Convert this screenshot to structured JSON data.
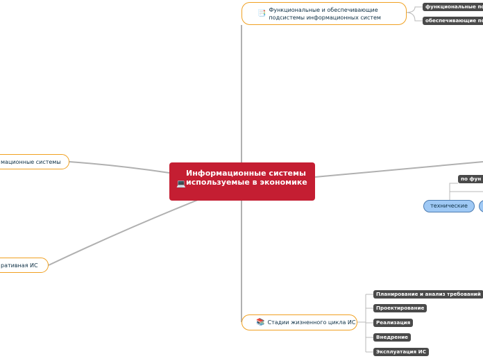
{
  "central": {
    "title": "Информационные системы используемые в экономике",
    "icon": "laptop-icon"
  },
  "topics": {
    "subsystems": {
      "label": "Функциональные и обеспечивающие подсистемы информационных систем",
      "icon": "list-icon"
    },
    "left_upper": {
      "label": "мационные системы"
    },
    "left_lower": {
      "label": "ративная ИС"
    },
    "lifecycle": {
      "label": "Стадии жизненного цикла ИС",
      "icon": "stack-icon"
    }
  },
  "leaves": {
    "functional": "функциональные по",
    "supporting": "обеспечивающие по",
    "by_function": "по фун",
    "lifecycle_stages": [
      "Планирование и анализ требований",
      "Проектирование",
      "Реализация",
      "Внедрение",
      "Эксплуатация ИС"
    ]
  },
  "blue_topics": {
    "technical": "технические"
  },
  "colors": {
    "central_bg": "#c41e32",
    "topic_border": "#f0a020",
    "leaf_bg": "#4a4a4a",
    "blue_bg": "#9fc9f5",
    "link": "#aaaaaa"
  }
}
